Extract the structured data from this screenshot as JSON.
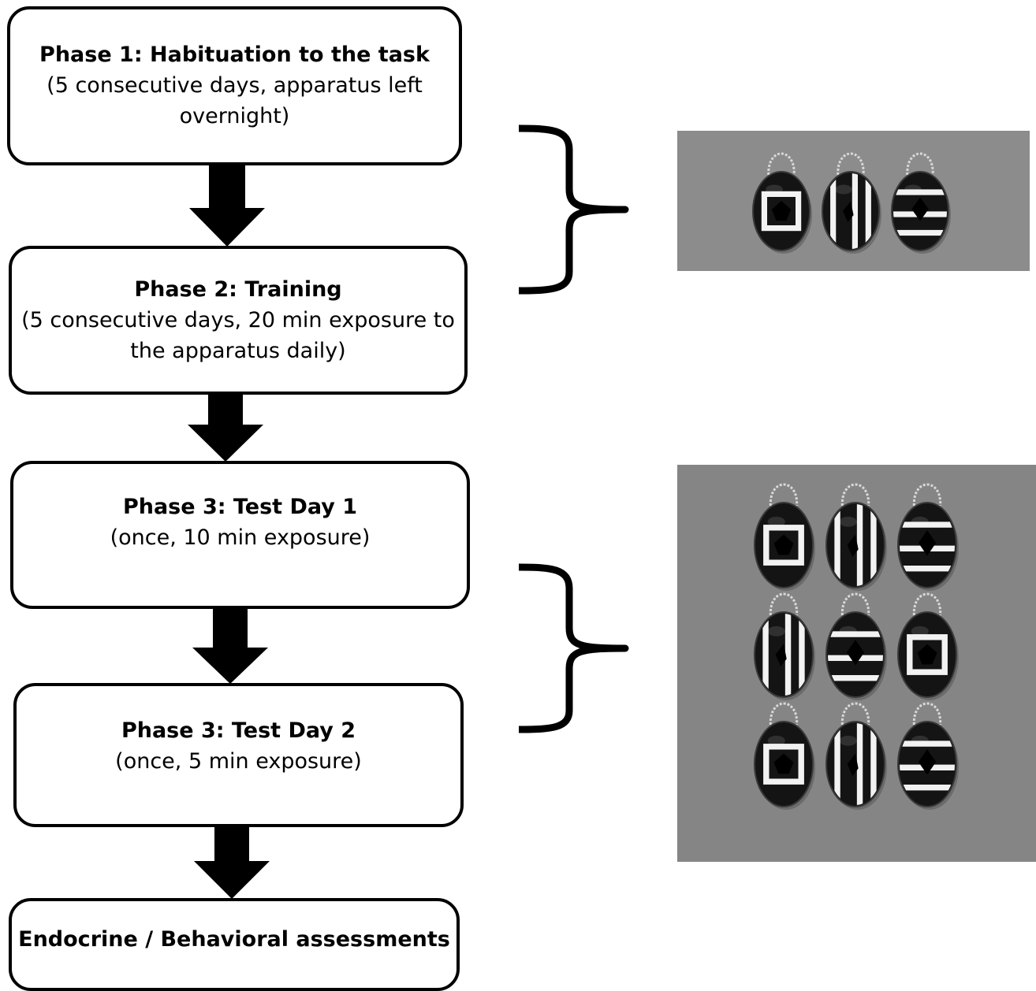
{
  "phases": [
    {
      "title": "Phase 1: Habituation to the task",
      "detail": "(5 consecutive days, apparatus left overnight)"
    },
    {
      "title": "Phase 2: Training",
      "detail": "(5 consecutive days, 20 min exposure to the apparatus daily)"
    },
    {
      "title": "Phase 3: Test Day 1",
      "detail": "(once, 10 min exposure)"
    },
    {
      "title": "Phase 3: Test Day 2",
      "detail": "(once, 5 min exposure)"
    },
    {
      "title": "Endocrine / Behavioral assessments",
      "detail": ""
    }
  ],
  "photos": {
    "top": {
      "rows": [
        [
          "square",
          "vertical",
          "horizontal"
        ]
      ],
      "background": "#8c8c8c"
    },
    "bottom": {
      "rows": [
        [
          "square",
          "vertical",
          "horizontal"
        ],
        [
          "vertical",
          "horizontal",
          "square"
        ],
        [
          "square",
          "vertical",
          "horizontal"
        ]
      ],
      "background": "#858585"
    }
  }
}
